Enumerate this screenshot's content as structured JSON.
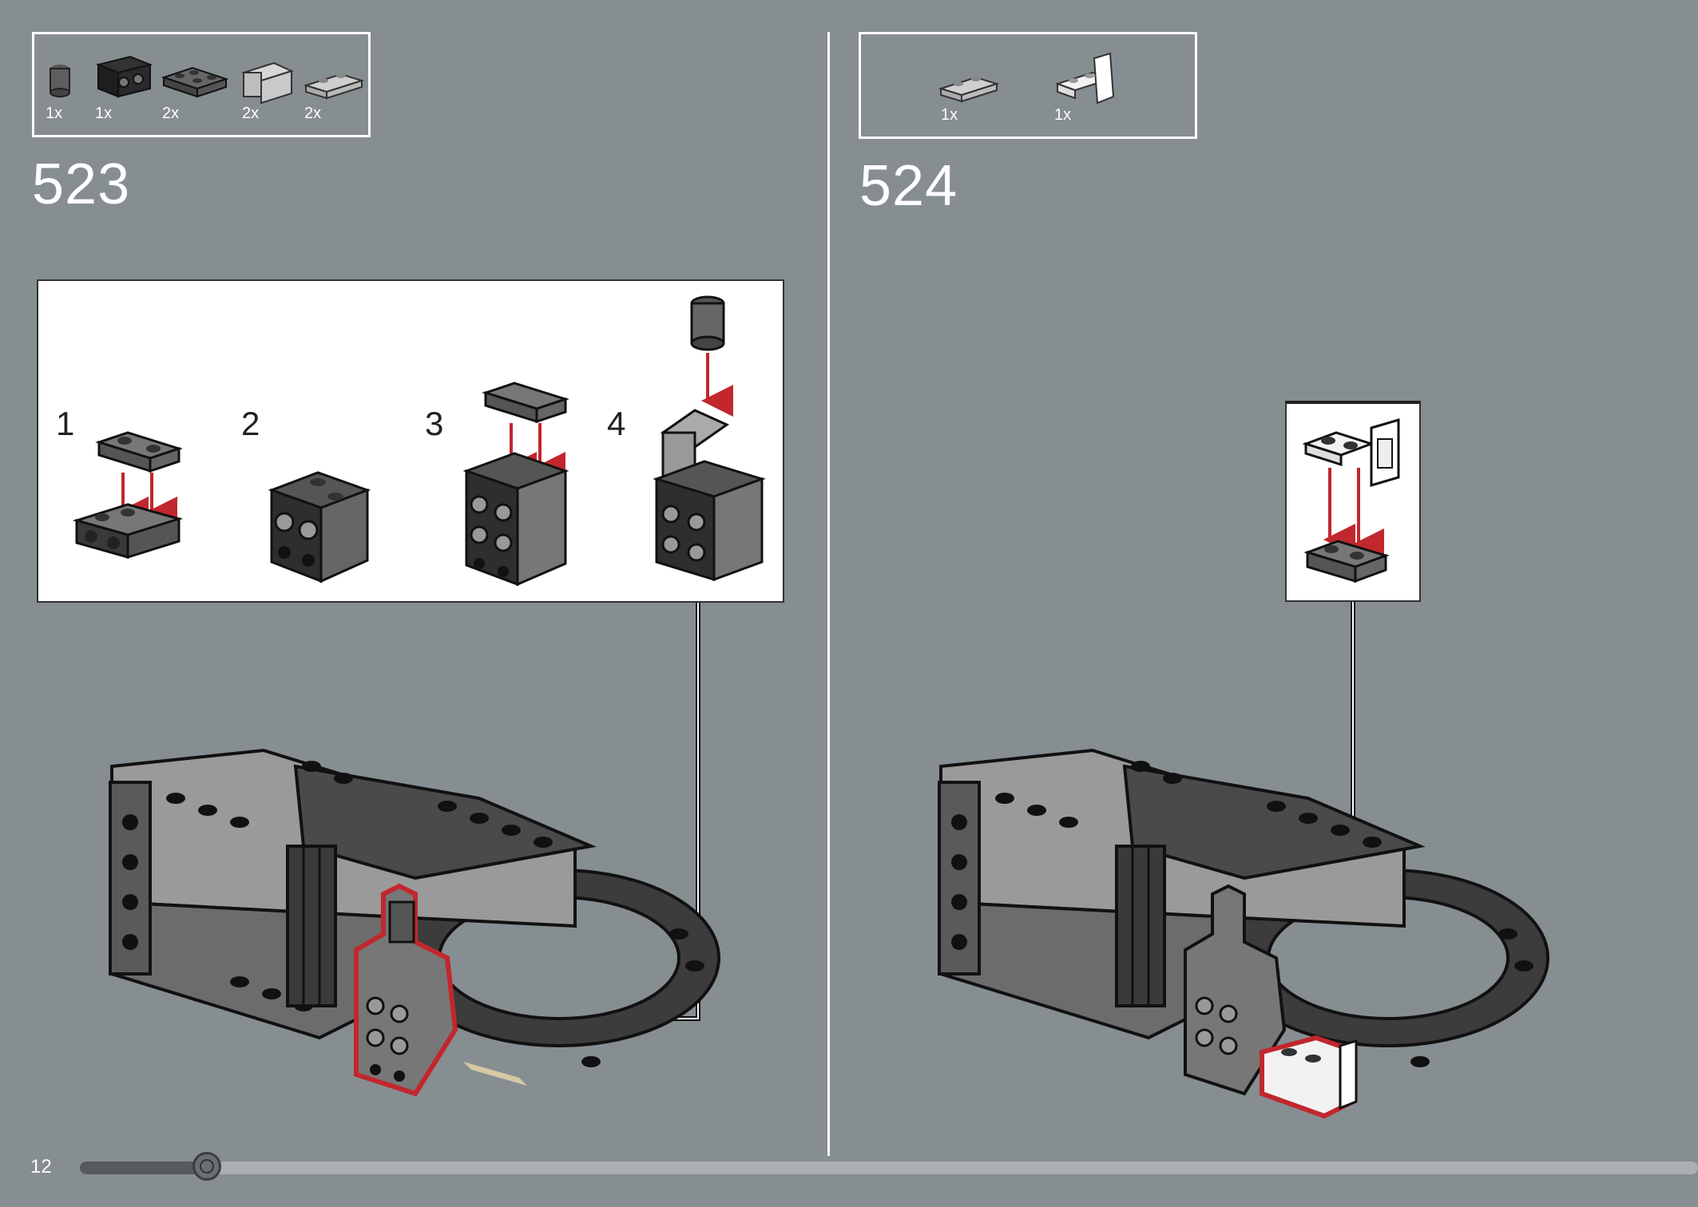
{
  "page_number": "12",
  "progress": {
    "fraction": 0.054
  },
  "steps": [
    {
      "number": "523",
      "parts": [
        {
          "qty": "1x",
          "icon": "round-brick-1x1-dark-grey"
        },
        {
          "qty": "1x",
          "icon": "brick-1x2-studs-side-black"
        },
        {
          "qty": "2x",
          "icon": "plate-2x2-dark-grey"
        },
        {
          "qty": "2x",
          "icon": "round-brick-light-grey"
        },
        {
          "qty": "2x",
          "icon": "plate-1x2-light-grey"
        }
      ],
      "sub_steps": [
        "1",
        "2",
        "3",
        "4"
      ]
    },
    {
      "number": "524",
      "parts": [
        {
          "qty": "1x",
          "icon": "plate-1x2-light-grey"
        },
        {
          "qty": "1x",
          "icon": "bracket-1x2-white"
        }
      ]
    }
  ],
  "colors": {
    "background": "#868e92",
    "highlight": "#c1272d",
    "arrow": "#c1272d"
  }
}
